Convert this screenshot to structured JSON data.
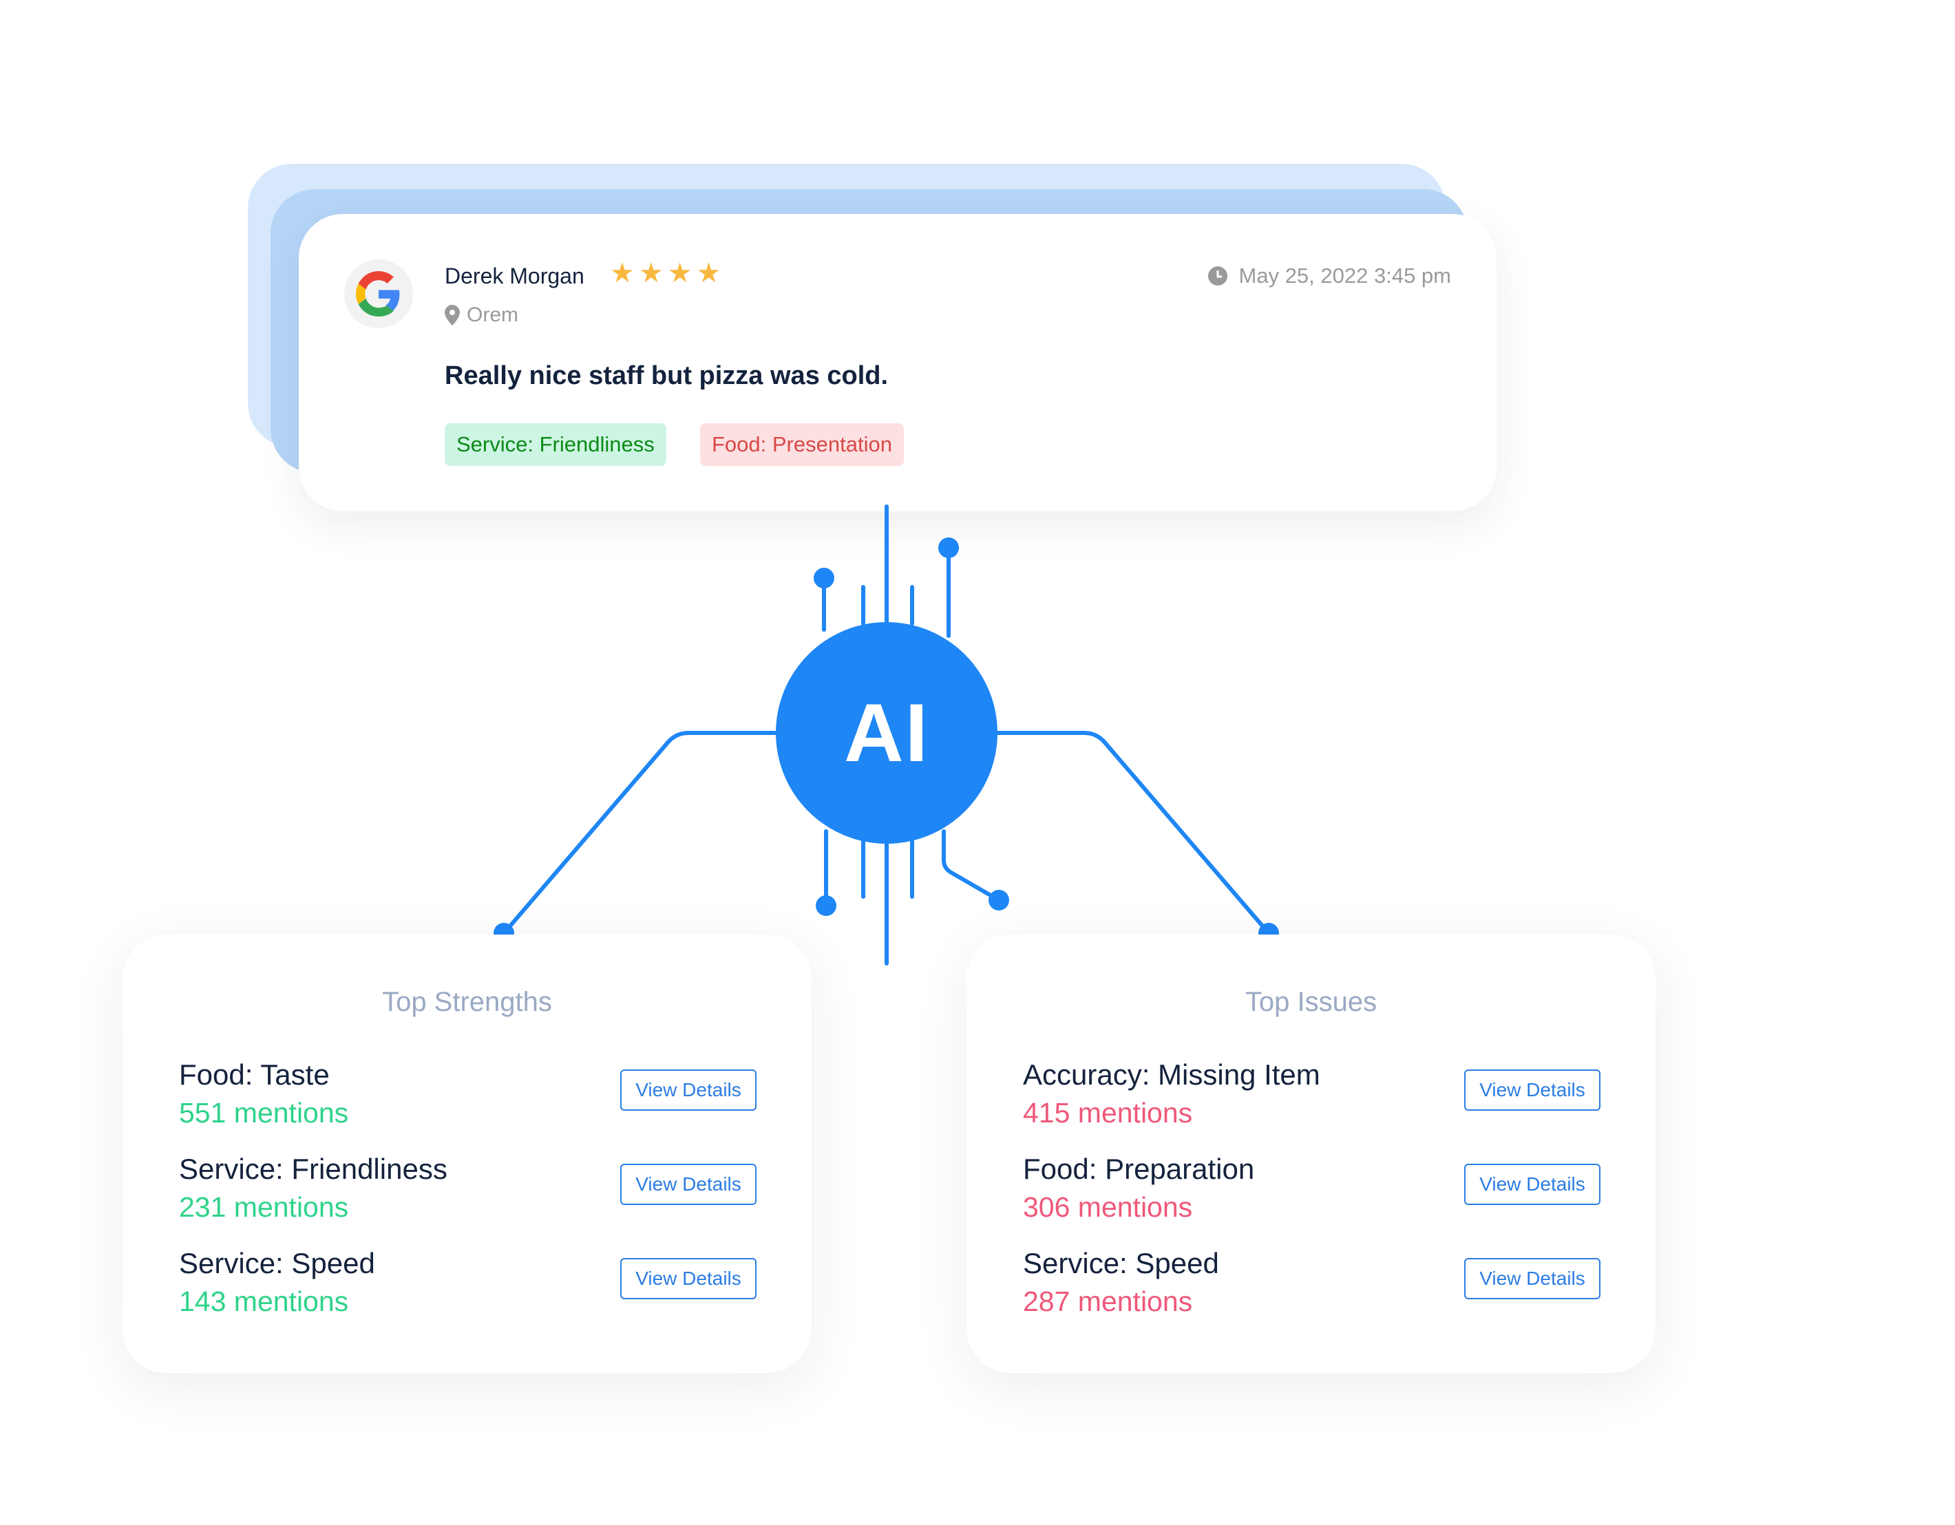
{
  "review": {
    "source_icon": "google-logo",
    "author": "Derek Morgan",
    "rating": 4,
    "rating_max": 4,
    "location": "Orem",
    "date": "May 25, 2022 3:45 pm",
    "text": "Really nice staff but pizza was cold.",
    "tags": [
      {
        "label": "Service: Friendliness",
        "sentiment": "positive"
      },
      {
        "label": "Food: Presentation",
        "sentiment": "negative"
      }
    ]
  },
  "ai_hub": {
    "label": "AI"
  },
  "strengths": {
    "title": "Top Strengths",
    "items": [
      {
        "name": "Food: Taste",
        "mentions": "551 mentions",
        "button": "View Details"
      },
      {
        "name": "Service: Friendliness",
        "mentions": "231 mentions",
        "button": "View Details"
      },
      {
        "name": "Service: Speed",
        "mentions": "143 mentions",
        "button": "View Details"
      }
    ]
  },
  "issues": {
    "title": "Top Issues",
    "items": [
      {
        "name": "Accuracy: Missing Item",
        "mentions": "415 mentions",
        "button": "View Details"
      },
      {
        "name": "Food: Preparation",
        "mentions": "306 mentions",
        "button": "View Details"
      },
      {
        "name": "Service: Speed",
        "mentions": "287 mentions",
        "button": "View Details"
      }
    ]
  },
  "colors": {
    "accent": "#1e86f5",
    "positive": "#2ed38a",
    "negative": "#f0587a",
    "star": "#f8b840"
  }
}
